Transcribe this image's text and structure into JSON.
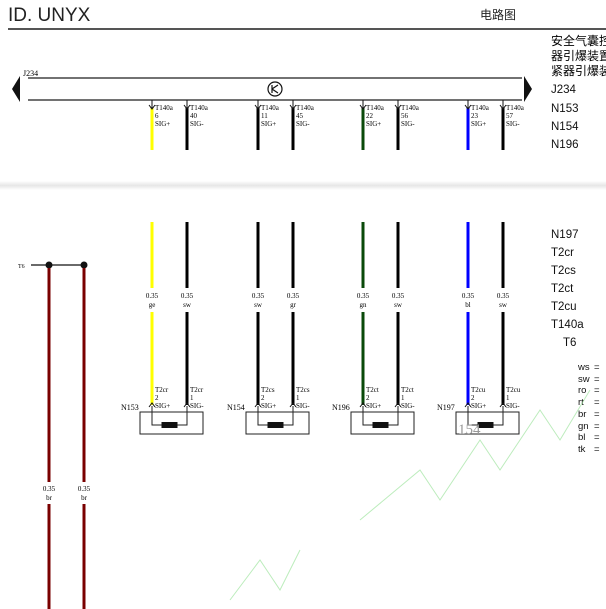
{
  "header": {
    "title": "ID. UNYX",
    "subtitle": "电路图"
  },
  "legend": {
    "description_lines": [
      "安全气囊控",
      "器引爆装置",
      "紧器引爆装"
    ],
    "components": [
      "J234",
      "N153",
      "N154",
      "N196",
      "N197",
      "T2cr",
      "T2cs",
      "T2ct",
      "T2cu",
      "T140a",
      "T6"
    ],
    "color_codes": [
      "ws",
      "sw",
      "ro",
      "rt",
      "br",
      "gn",
      "bl",
      "tk"
    ],
    "eq": "="
  },
  "module": {
    "label": "J234"
  },
  "top_pins": [
    {
      "conn": "T140a",
      "pin": "6",
      "sig": "SIG+",
      "color": "#ffff00"
    },
    {
      "conn": "T140a",
      "pin": "40",
      "sig": "SIG-",
      "color": "#000000"
    },
    {
      "conn": "T140a",
      "pin": "11",
      "sig": "SIG+",
      "color": "#000000"
    },
    {
      "conn": "T140a",
      "pin": "45",
      "sig": "SIG-",
      "color": "#000000"
    },
    {
      "conn": "T140a",
      "pin": "22",
      "sig": "SIG+",
      "color": "#0a4a0a"
    },
    {
      "conn": "T140a",
      "pin": "56",
      "sig": "SIG-",
      "color": "#000000"
    },
    {
      "conn": "T140a",
      "pin": "23",
      "sig": "SIG+",
      "color": "#0000ff"
    },
    {
      "conn": "T140a",
      "pin": "57",
      "sig": "SIG-",
      "color": "#000000"
    }
  ],
  "wires": [
    {
      "size": "0.35",
      "color_code": "ge"
    },
    {
      "size": "0.35",
      "color_code": "sw"
    },
    {
      "size": "0.35",
      "color_code": "sw"
    },
    {
      "size": "0.35",
      "color_code": "gr"
    },
    {
      "size": "0.35",
      "color_code": "gn"
    },
    {
      "size": "0.35",
      "color_code": "sw"
    },
    {
      "size": "0.35",
      "color_code": "bl"
    },
    {
      "size": "0.35",
      "color_code": "sw"
    }
  ],
  "devices": [
    {
      "name": "N153",
      "pins": [
        {
          "conn": "T2cr",
          "pin": "2",
          "sig": "SIG+"
        },
        {
          "conn": "T2cr",
          "pin": "1",
          "sig": "SIG-"
        }
      ]
    },
    {
      "name": "N154",
      "pins": [
        {
          "conn": "T2cs",
          "pin": "2",
          "sig": "SIG+"
        },
        {
          "conn": "T2cs",
          "pin": "1",
          "sig": "SIG-"
        }
      ]
    },
    {
      "name": "N196",
      "pins": [
        {
          "conn": "T2ct",
          "pin": "2",
          "sig": "SIG+"
        },
        {
          "conn": "T2ct",
          "pin": "1",
          "sig": "SIG-"
        }
      ]
    },
    {
      "name": "N197",
      "pins": [
        {
          "conn": "T2cu",
          "pin": "2",
          "sig": "SIG+"
        },
        {
          "conn": "T2cu",
          "pin": "1",
          "sig": "SIG-"
        }
      ]
    }
  ],
  "left_wires": {
    "connector": "T6",
    "wires": [
      {
        "size": "0.35",
        "color_code": "br"
      },
      {
        "size": "0.35",
        "color_code": "br"
      }
    ],
    "color": "#7a0000"
  },
  "overlay_number": "154"
}
